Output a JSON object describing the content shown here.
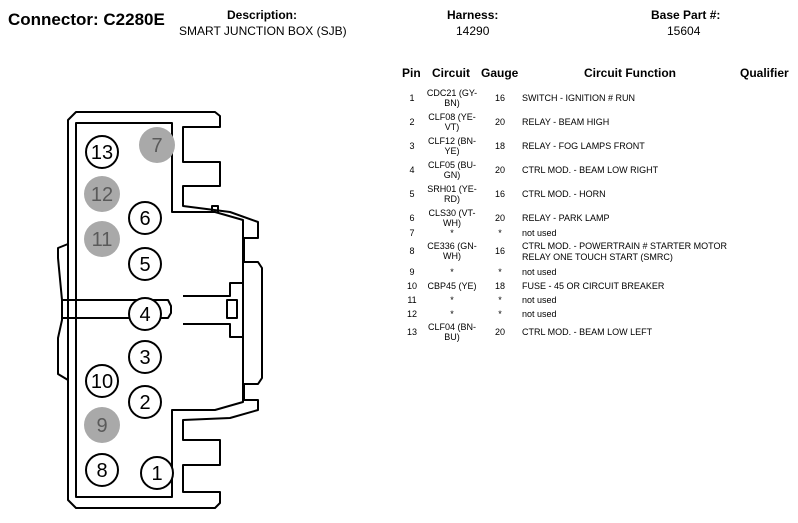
{
  "header": {
    "connector_label": "Connector:",
    "connector_id": "C2280E",
    "description_label": "Description:",
    "description": "SMART JUNCTION BOX (SJB)",
    "harness_label": "Harness:",
    "harness": "14290",
    "base_part_label": "Base Part #:",
    "base_part": "15604"
  },
  "table": {
    "headers": {
      "pin": "Pin",
      "circuit": "Circuit",
      "gauge": "Gauge",
      "function": "Circuit Function",
      "qualifier": "Qualifier"
    },
    "rows": [
      {
        "pin": "1",
        "circuit": "CDC21 (GY-BN)",
        "gauge": "16",
        "function": "SWITCH - IGNITION # RUN"
      },
      {
        "pin": "2",
        "circuit": "CLF08 (YE-VT)",
        "gauge": "20",
        "function": "RELAY - BEAM HIGH"
      },
      {
        "pin": "3",
        "circuit": "CLF12 (BN-YE)",
        "gauge": "18",
        "function": "RELAY - FOG LAMPS FRONT"
      },
      {
        "pin": "4",
        "circuit": "CLF05 (BU-GN)",
        "gauge": "20",
        "function": "CTRL MOD. - BEAM LOW RIGHT"
      },
      {
        "pin": "5",
        "circuit": "SRH01 (YE-RD)",
        "gauge": "16",
        "function": "CTRL MOD. - HORN"
      },
      {
        "pin": "6",
        "circuit": "CLS30 (VT-WH)",
        "gauge": "20",
        "function": "RELAY - PARK LAMP"
      },
      {
        "pin": "7",
        "circuit": "*",
        "gauge": "*",
        "function": "not used"
      },
      {
        "pin": "8",
        "circuit": "CE336 (GN-WH)",
        "gauge": "16",
        "function": "CTRL MOD. - POWERTRAIN # STARTER MOTOR RELAY ONE TOUCH START (SMRC)"
      },
      {
        "pin": "9",
        "circuit": "*",
        "gauge": "*",
        "function": "not used"
      },
      {
        "pin": "10",
        "circuit": "CBP45 (YE)",
        "gauge": "18",
        "function": "FUSE - 45 OR CIRCUIT BREAKER"
      },
      {
        "pin": "11",
        "circuit": "*",
        "gauge": "*",
        "function": "not used"
      },
      {
        "pin": "12",
        "circuit": "*",
        "gauge": "*",
        "function": "not used"
      },
      {
        "pin": "13",
        "circuit": "CLF04 (BN-BU)",
        "gauge": "20",
        "function": "CTRL MOD. - BEAM LOW LEFT"
      }
    ]
  },
  "connector_pins": [
    {
      "label": "13",
      "used": true
    },
    {
      "label": "7",
      "used": false
    },
    {
      "label": "12",
      "used": false
    },
    {
      "label": "6",
      "used": true
    },
    {
      "label": "11",
      "used": false
    },
    {
      "label": "5",
      "used": true
    },
    {
      "label": "4",
      "used": true
    },
    {
      "label": "3",
      "used": true
    },
    {
      "label": "10",
      "used": true
    },
    {
      "label": "2",
      "used": true
    },
    {
      "label": "9",
      "used": false
    },
    {
      "label": "8",
      "used": true
    },
    {
      "label": "1",
      "used": true
    }
  ],
  "colors": {
    "unused_pin": "#a9a9a9",
    "outline": "#000000"
  }
}
